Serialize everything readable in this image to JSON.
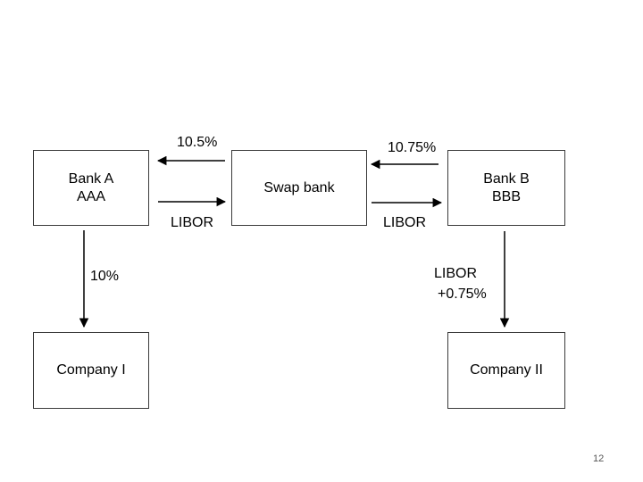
{
  "nodes": {
    "bank_a": {
      "line1": "Bank A",
      "line2": "AAA"
    },
    "swap_bank": {
      "label": "Swap bank"
    },
    "bank_b": {
      "line1": "Bank B",
      "line2": "BBB"
    },
    "company_1": {
      "label": "Company I"
    },
    "company_2": {
      "label": "Company II"
    }
  },
  "flows": {
    "swap_to_bank_a": "10.5%",
    "bank_a_to_swap": "LIBOR",
    "bank_b_to_swap": "10.75%",
    "swap_to_bank_b": "LIBOR",
    "bank_a_to_company_1": "10%",
    "bank_b_to_company_2_line1": "LIBOR",
    "bank_b_to_company_2_line2": "+0.75%"
  },
  "page_number": "12"
}
